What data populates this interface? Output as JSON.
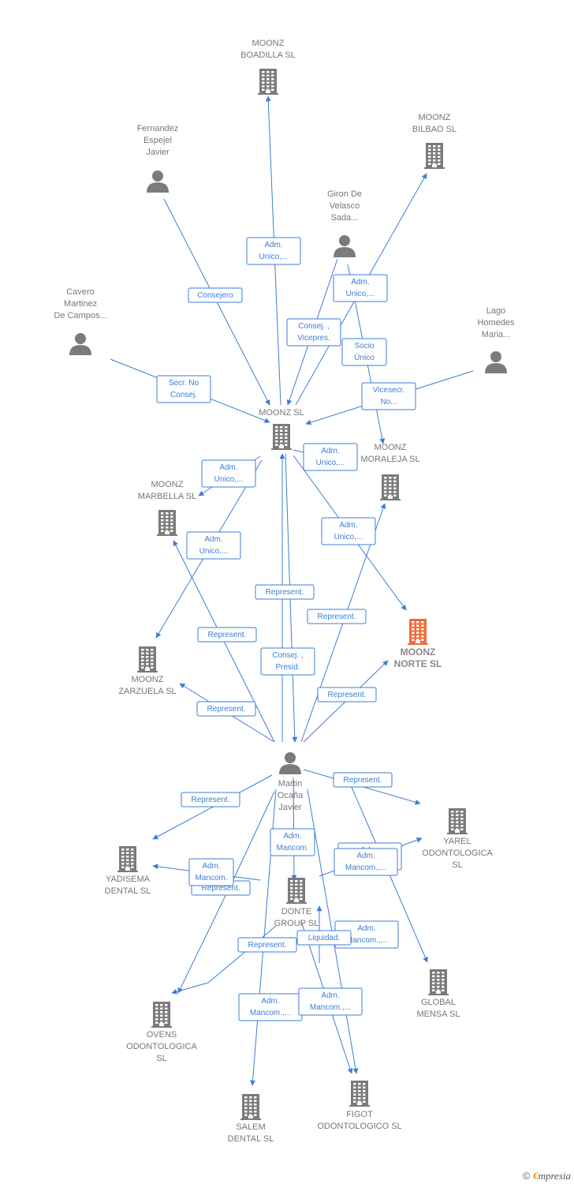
{
  "colors": {
    "edge": "#3a7fd5",
    "building": "#7b7b7b",
    "focus": "#f26b3a",
    "person": "#7b7b7b",
    "label": "#777777"
  },
  "nodes": [
    {
      "id": "boadilla",
      "kind": "company",
      "lines": [
        "MOONZ",
        "BOADILLA  SL"
      ]
    },
    {
      "id": "bilbao",
      "kind": "company",
      "lines": [
        "MOONZ",
        "BILBAO  SL"
      ]
    },
    {
      "id": "fernandez",
      "kind": "person",
      "lines": [
        "Fernandez",
        "Espejel",
        "Javier"
      ]
    },
    {
      "id": "giron",
      "kind": "person",
      "lines": [
        "Giron De",
        "Velasco",
        "Sada..."
      ]
    },
    {
      "id": "cavero",
      "kind": "person",
      "lines": [
        "Cavero",
        "Martinez",
        "De Campos..."
      ]
    },
    {
      "id": "lago",
      "kind": "person",
      "lines": [
        "Lago",
        "Homedes",
        "Maria..."
      ]
    },
    {
      "id": "moonz",
      "kind": "company",
      "lines": [
        "MOONZ SL"
      ]
    },
    {
      "id": "moraleja",
      "kind": "company",
      "lines": [
        "MOONZ",
        "MORALEJA  SL"
      ]
    },
    {
      "id": "marbella",
      "kind": "company",
      "lines": [
        "MOONZ",
        "MARBELLA  SL"
      ]
    },
    {
      "id": "norte",
      "kind": "focus",
      "lines": [
        "MOONZ",
        "NORTE  SL"
      ]
    },
    {
      "id": "zarzuela",
      "kind": "company",
      "lines": [
        "MOONZ",
        "ZARZUELA  SL"
      ]
    },
    {
      "id": "martin",
      "kind": "person",
      "lines": [
        "Martin",
        "Ocaña",
        "Javier"
      ]
    },
    {
      "id": "yarel",
      "kind": "company",
      "lines": [
        "YAREL",
        "ODONTOLOGICA",
        "SL"
      ]
    },
    {
      "id": "yadisema",
      "kind": "company",
      "lines": [
        "YADISEMA",
        "DENTAL  SL"
      ]
    },
    {
      "id": "donte",
      "kind": "company",
      "lines": [
        "DONTE",
        "GROUP  SL"
      ]
    },
    {
      "id": "global",
      "kind": "company",
      "lines": [
        "GLOBAL",
        "MENSA  SL"
      ]
    },
    {
      "id": "ovens",
      "kind": "company",
      "lines": [
        "OVENS",
        "ODONTOLOGICA",
        "SL"
      ]
    },
    {
      "id": "salem",
      "kind": "company",
      "lines": [
        "SALEM",
        "DENTAL  SL"
      ]
    },
    {
      "id": "figot",
      "kind": "company",
      "lines": [
        "FIGOT",
        "ODONTOLOGICO SL"
      ]
    }
  ],
  "edges": [
    {
      "lines": [
        "Adm.",
        "Unico,..."
      ]
    },
    {
      "lines": [
        "Consejero"
      ]
    },
    {
      "lines": [
        "Adm.",
        "Unico,..."
      ]
    },
    {
      "lines": [
        "Consej. ,",
        "Vicepres."
      ]
    },
    {
      "lines": [
        "Socio",
        "Único"
      ]
    },
    {
      "lines": [
        "Secr.  No",
        "Consej."
      ]
    },
    {
      "lines": [
        "Vicesecr.",
        "No..."
      ]
    },
    {
      "lines": [
        "Adm.",
        "Unico,..."
      ]
    },
    {
      "lines": [
        "Adm.",
        "Unico,..."
      ]
    },
    {
      "lines": [
        "Adm.",
        "Unico,..."
      ]
    },
    {
      "lines": [
        "Adm.",
        "Unico,..."
      ]
    },
    {
      "lines": [
        "Represent."
      ]
    },
    {
      "lines": [
        "Represent."
      ]
    },
    {
      "lines": [
        "Represent."
      ]
    },
    {
      "lines": [
        "Consej. ,",
        "Presid."
      ]
    },
    {
      "lines": [
        "Represent."
      ]
    },
    {
      "lines": [
        "Represent."
      ]
    },
    {
      "lines": [
        "Represent."
      ]
    },
    {
      "lines": [
        "Represent."
      ]
    },
    {
      "lines": [
        "Adm.",
        "Mancom."
      ]
    },
    {
      "lines": [
        "Represent."
      ]
    },
    {
      "lines": [
        "Adm.",
        "Mancom."
      ]
    },
    {
      "lines": [
        "Adm.",
        "Mancom.,..."
      ]
    },
    {
      "lines": [
        "Adm.",
        "Mancom.,..."
      ]
    },
    {
      "lines": [
        "Adm.",
        "Mancom.,..."
      ]
    },
    {
      "lines": [
        "Represent."
      ]
    },
    {
      "lines": [
        "Liquidad."
      ]
    },
    {
      "lines": [
        "Adm.",
        "Mancom.,..."
      ]
    },
    {
      "lines": [
        "Adm.",
        "Mancom.,..."
      ]
    }
  ],
  "footer": {
    "copyright": "©",
    "brand_first": "€",
    "brand_rest": "mpresia"
  }
}
